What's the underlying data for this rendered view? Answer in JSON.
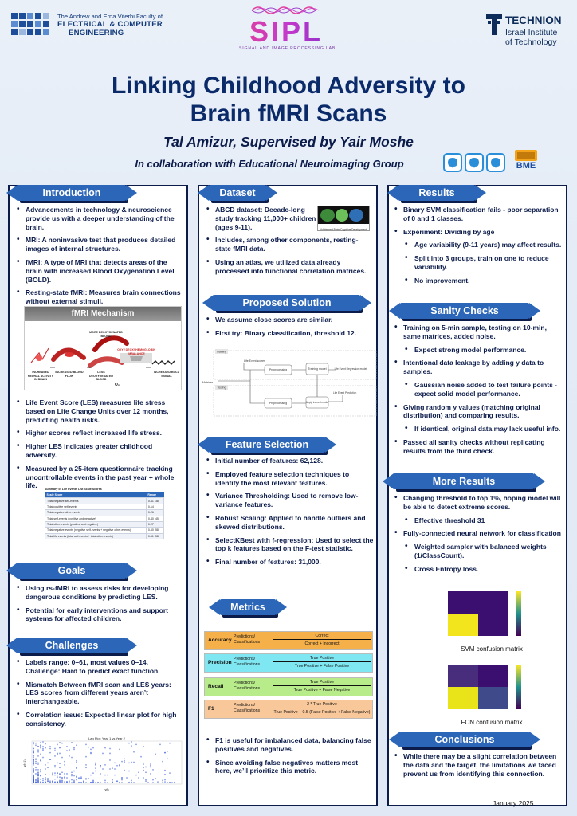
{
  "header": {
    "viterbi": {
      "line1": "The Andrew and Erna Viterbi Faculty of",
      "line2": "ELECTRICAL & COMPUTER",
      "line3": "ENGINEERING"
    },
    "sipl": {
      "word": "SIPL",
      "sub": "SIGNAL AND IMAGE PROCESSING LAB"
    },
    "technion": {
      "word": "TECHNION",
      "sub1": "Israel Institute",
      "sub2": "of Technology"
    },
    "title_line1": "Linking Childhood Adversity to",
    "title_line2": "Brain fMRI Scans",
    "author": "Tal Amizur, Supervised by Yair Moshe",
    "collab": "In collaboration with Educational Neuroimaging Group",
    "bme": "BME",
    "colors": {
      "navy": "#0b1b4a",
      "header_blue": "#2c66b8",
      "sipl_pink": "#e0409e"
    }
  },
  "introduction": {
    "heading": "Introduction",
    "bullets": [
      "Advancements in technology & neuroscience provide us with a deeper understanding of the brain.",
      "MRI: A noninvasive test that produces detailed images of internal structures.",
      "fMRI: A type of MRI that detects areas of the brain with increased Blood Oxygenation Level (BOLD).",
      "Resting-state fMRI: Measures brain connections without external stimuli."
    ],
    "bullets2": [
      "Life Event Score (LES) measures life stress based on Life Change Units over 12 months, predicting health risks.",
      "Higher scores reflect increased life stress.",
      "Higher LES indicates greater childhood adversity.",
      "Measured by a 25-item questionnaire tracking uncontrollable events in the past year + whole life."
    ],
    "figure": {
      "title": "fMRI Mechanism",
      "more_blood": "MORE DEOXYGENATED BLOOD",
      "neural": "INCREASED NEURAL ACTIVITY IN BRAIN",
      "flow": "INCREASED BLOOD FLOW",
      "less_blood": "LESS DEOXYGENATED BLOOD",
      "imbalance": "OXY / DEOXYHEMOGLOBIN IMBALANCE",
      "signal": "INCREASED BOLD SIGNAL",
      "o2": "O₂"
    },
    "les_table": {
      "title": "Summary of Life Events List Scale Scores",
      "headers": [
        "Scale Score",
        "Range"
      ],
      "rows": [
        [
          "Total negative self-events",
          "0-41 (38)"
        ],
        [
          "Total positive self-events",
          "0-14"
        ],
        [
          "Total negative other-events",
          "0-26"
        ],
        [
          "Total self-events (positive and negative)",
          "0-40 (45)"
        ],
        [
          "Total other-events (positive and negative)",
          "0-27"
        ],
        [
          "Total negative events (negative self-events + negative other-events)",
          "0-60 (58)"
        ],
        [
          "Total life events (total self-events + total other-events)",
          "0-61 (58)"
        ]
      ]
    }
  },
  "goals": {
    "heading": "Goals",
    "bullets": [
      "Using rs-fMRI to assess risks for developing dangerous conditions by predicting LES.",
      "Potential for early interventions and support systems for affected children."
    ]
  },
  "challenges": {
    "heading": "Challenges",
    "bullets": [
      "Labels range: 0–61, most values 0–14. Challenge: Hard to predict exact function.",
      "Mismatch Between fMRI scan and LES years: LES scores from different years aren’t interchangeable.",
      "Correlation issue: Expected linear plot for high consistency."
    ],
    "plot_title": "Lag Plot: Year 1 vs Year 2",
    "plot_xlabel": "y(t)",
    "plot_ylabel": "y(t+1)"
  },
  "dataset": {
    "heading": "Dataset",
    "bullets": [
      "ABCD dataset: Decade-long study tracking 11,000+ children (ages 9-11).",
      "Includes, among other components, resting-state fMRI data.",
      "Using an atlas, we utilized data already processed into functional correlation matrices."
    ],
    "image_caption": "Adolescent Brain Cognitive Development"
  },
  "proposed": {
    "heading": "Proposed Solution",
    "bullets": [
      "We assume close scores are similar.",
      "First try: Binary classification, threshold 12."
    ],
    "pipeline": {
      "training": "Training",
      "testing": "Testing",
      "life_scores": "Life Event scores",
      "matrices": "Matrices",
      "pre1": "Preprocessing",
      "pre2": "Preprocessing",
      "train_model": "Training model",
      "apply_model": "Apply trained model",
      "regression_model": "Life Event Regression model",
      "prediction": "Life Event Prediction"
    }
  },
  "features": {
    "heading": "Feature Selection",
    "bullets": [
      "Initial number of features: 62,128.",
      "Employed feature selection techniques to identify the most relevant features.",
      "Variance Thresholding: Used to remove low-variance features.",
      "Robust Scaling: Applied to handle outliers and skewed distributions.",
      "SelectKBest with f-regression: Used to select the top k features based on the F-test statistic.",
      "Final number of features: 31,000."
    ]
  },
  "metrics": {
    "heading": "Metrics",
    "rows": [
      {
        "name": "Accuracy",
        "pred": "Predictions/ Classifications",
        "num": "Correct",
        "den": "Correct + Incorrect",
        "color": "#f6b04a"
      },
      {
        "name": "Precision",
        "pred": "Predictions/ Classifications",
        "num": "True Positive",
        "den": "True Positive + False Positive",
        "color": "#7fe7f2"
      },
      {
        "name": "Recall",
        "pred": "Predictions/ Classifications",
        "num": "True Positive",
        "den": "True Positive + False Negative",
        "color": "#b8ec8a"
      },
      {
        "name": "F1",
        "pred": "Predictions/ Classifications",
        "num": "2 * True Positive",
        "den": "True Positive + 0.5 (False Positive + False Negative)",
        "color": "#f9c89a"
      }
    ],
    "bullets": [
      "F1 is useful for imbalanced data, balancing false positives and negatives.",
      "Since avoiding false negatives matters most here, we’ll prioritize this metric."
    ]
  },
  "results": {
    "heading": "Results",
    "bullets": [
      {
        "text": "Binary SVM classification fails - poor separation of 0 and 1 classes.",
        "sub": false
      },
      {
        "text": "Experiment: Dividing by age",
        "sub": false
      },
      {
        "text": "Age variability (9-11 years) may affect results.",
        "sub": true
      },
      {
        "text": "Split into 3 groups, train on one to reduce variability.",
        "sub": true
      },
      {
        "text": "No improvement.",
        "sub": true
      }
    ]
  },
  "sanity": {
    "heading": "Sanity Checks",
    "bullets": [
      {
        "text": "Training on 5-min sample, testing on 10-min, same matrices, added noise.",
        "sub": false
      },
      {
        "text": "Expect strong model performance.",
        "sub": true
      },
      {
        "text": "Intentional data leakage by adding y data to samples.",
        "sub": false
      },
      {
        "text": "Gaussian noise added to test failure points - expect solid model performance.",
        "sub": true
      },
      {
        "text": "Giving random y values (matching original distribution) and comparing results.",
        "sub": false
      },
      {
        "text": "If identical, original data may lack useful info.",
        "sub": true
      },
      {
        "text": "Passed all sanity checks without replicating results from the third check.",
        "sub": false
      }
    ]
  },
  "more_results": {
    "heading": "More Results",
    "bullets": [
      {
        "text": "Changing threshold to top 1%, hoping model will be able to detect extreme scores.",
        "sub": false
      },
      {
        "text": "Effective threshold 31",
        "sub": true
      },
      {
        "text": "Fully-connected neural network for classification",
        "sub": false
      },
      {
        "text": "Weighted sampler with balanced weights (1/ClassCount).",
        "sub": true
      },
      {
        "text": "Cross Entropy loss.",
        "sub": true
      }
    ],
    "svm_caption": "SVM confusion matrix",
    "fcn_caption": "FCN confusion matrix"
  },
  "conclusions": {
    "heading": "Conclusions",
    "bullets": [
      "While there may be a slight correlation between the data and the target, the limitations we faced prevent us from identifying this connection."
    ]
  },
  "date": "January 2025"
}
